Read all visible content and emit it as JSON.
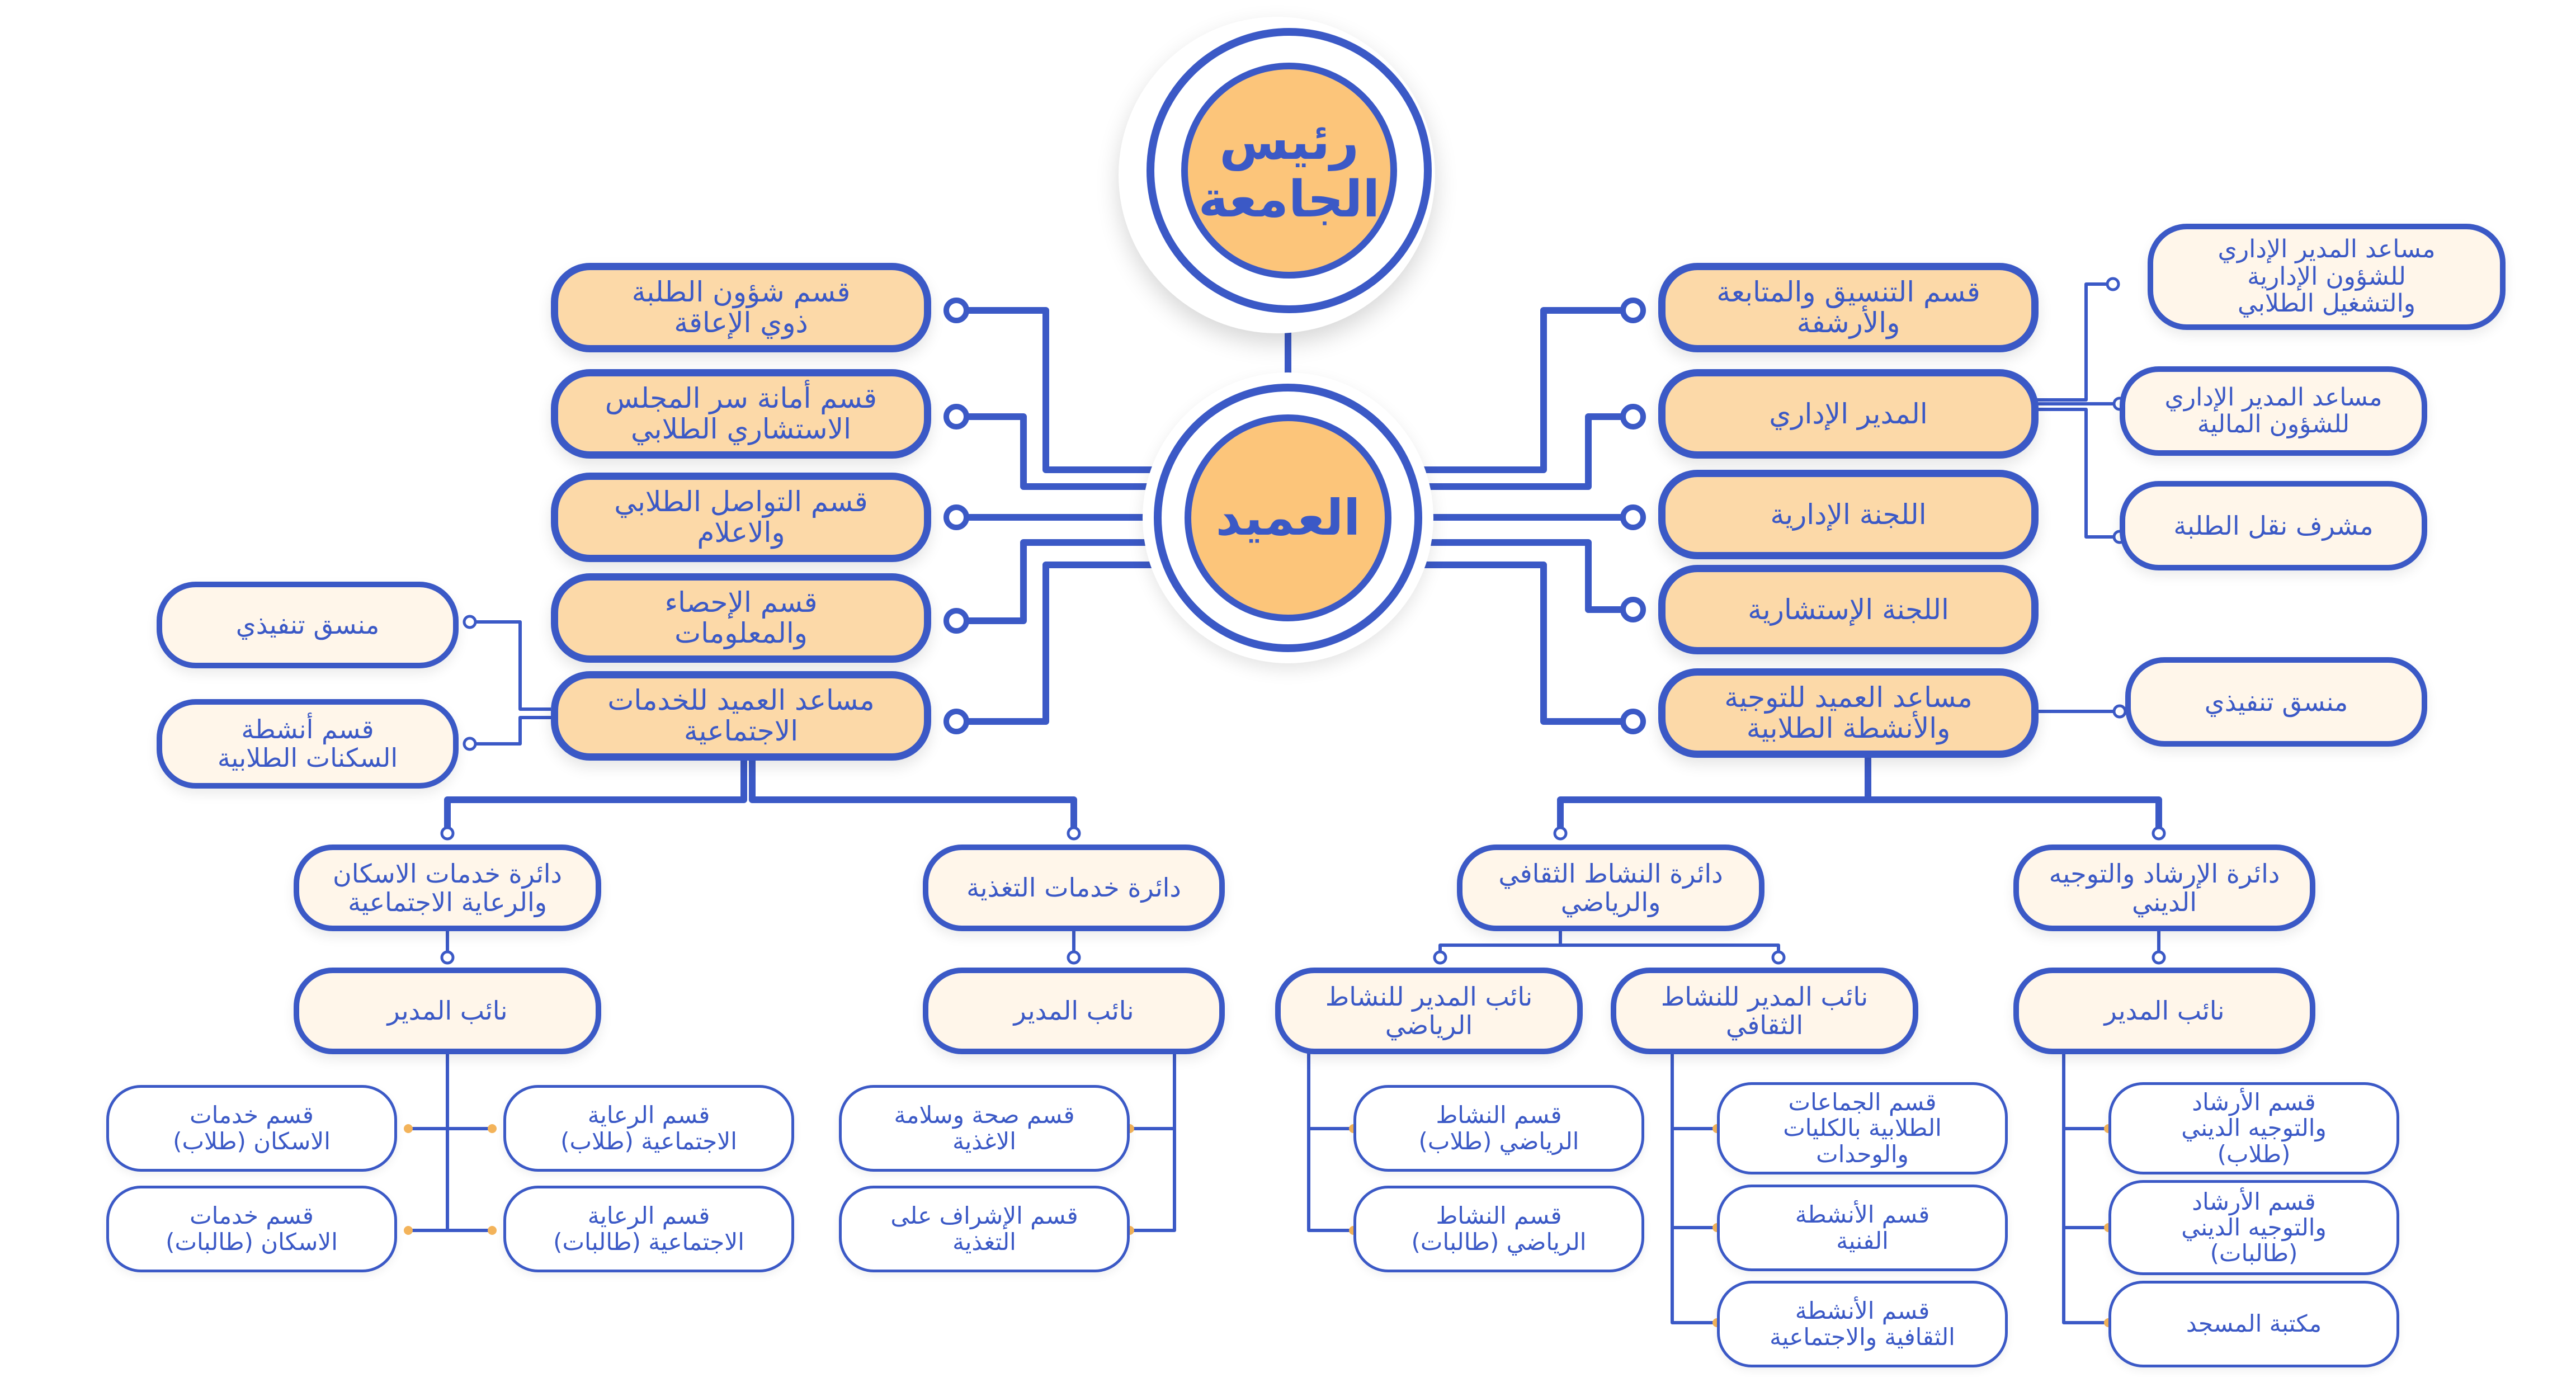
{
  "colors": {
    "line": "#3b59c6",
    "primary_fill": "#fcd9a8",
    "secondary_fill": "#fff6ea",
    "tertiary_fill": "#ffffff",
    "hub_fill": "#fcc57a",
    "connector_dot": "#f3b35a"
  },
  "president": "رئيس\nالجامعة",
  "dean": "العميد",
  "left_units": [
    "قسم شؤون الطلبة\nذوي الإعاقة",
    "قسم أمانة سر المجلس\nالاستشاري الطلابي",
    "قسم التواصل الطلابي\nوالاعلام",
    "قسم الإحصاء\nوالمعلومات",
    "مساعد العميد للخدمات\nالاجتماعية"
  ],
  "right_units": [
    "قسم التنسيق والمتابعة\nوالأرشفة",
    "المدير الإداري",
    "اللجنة الإدارية",
    "اللجنة الإستشارية",
    "مساعد العميد للتوجية\nوالأنشطة الطلابية"
  ],
  "admin_director_staff": [
    "مساعد المدير الإداري\nللشؤون الإدارية\nوالتشغيل الطلابي",
    "مساعد المدير الإداري\nللشؤون المالية",
    "مشرف نقل الطلبة"
  ],
  "social_assistant_side": [
    "منسق تنفيذي",
    "قسم أنشطة\nالسكنات الطلابية"
  ],
  "guidance_assistant_side": "منسق تنفيذي",
  "circles": {
    "housing": {
      "title": "دائرة خدمات الاسكان\nوالرعاية الاجتماعية",
      "deputy": "نائب المدير",
      "sections": [
        "قسم الرعاية\nالاجتماعية (طلاب)",
        "قسم الرعاية\nالاجتماعية (طالبات)",
        "قسم خدمات\nالاسكان (طلاب)",
        "قسم خدمات\nالاسكان (طالبات)"
      ]
    },
    "nutrition": {
      "title": "دائرة خدمات التغذية",
      "deputy": "نائب المدير",
      "sections": [
        "قسم صحة وسلامة\nالاغذية",
        "قسم الإشراف على\nالتغذية"
      ]
    },
    "culture_sports": {
      "title": "دائرة النشاط الثقافي\nوالرياضي",
      "deputy_sports": "نائب المدير للنشاط\nالرياضي",
      "deputy_culture": "نائب المدير للنشاط\nالثقافي",
      "sports_sections": [
        "قسم النشاط\nالرياضي (طلاب)",
        "قسم النشاط\nالرياضي (طالبات)"
      ],
      "culture_sections": [
        "قسم الجماعات\nالطلابية بالكليات\nوالوحدات",
        "قسم الأنشطة\nالفنية",
        "قسم الأنشطة\nالثقافية والاجتماعية"
      ]
    },
    "guidance": {
      "title": "دائرة الإرشاد والتوجيه\nالديني",
      "deputy": "نائب المدير",
      "sections": [
        "قسم الأرشاد\nوالتوجيه الديني\n(طلاب)",
        "قسم الأرشاد\nوالتوجيه الديني\n(طالبات)",
        "مكتبة المسجد"
      ]
    }
  }
}
